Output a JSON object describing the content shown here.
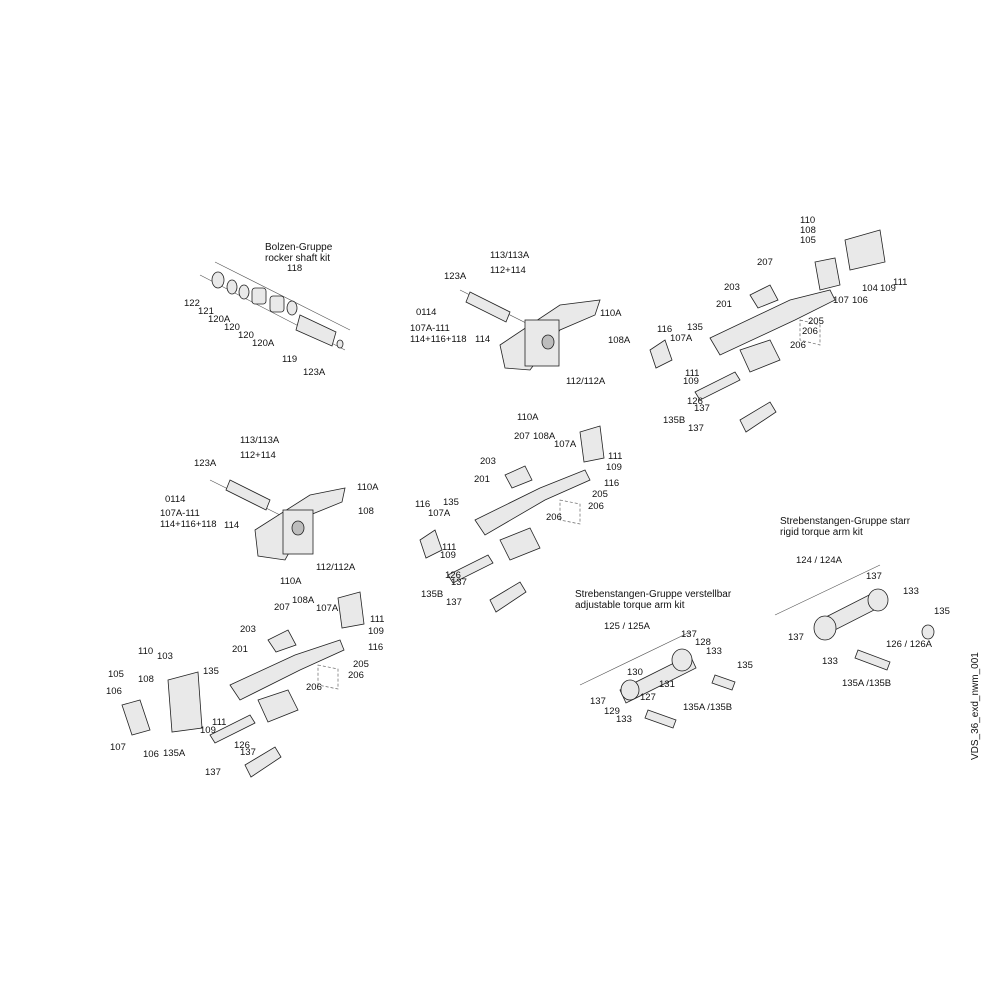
{
  "groups": {
    "rocker_shaft": {
      "title_de": "Bolzen-Gruppe",
      "title_en": "rocker shaft kit"
    },
    "adjustable_arm": {
      "title_de": "Strebenstangen-Gruppe verstellbar",
      "title_en": "adjustable torque arm kit"
    },
    "rigid_arm": {
      "title_de": "Strebenstangen-Gruppe starr",
      "title_en": "rigid torque arm kit"
    }
  },
  "labels": {
    "l118": "118",
    "l122": "122",
    "l121": "121",
    "l120A_1": "120A",
    "l120_1": "120",
    "l120_2": "120",
    "l120A_2": "120A",
    "l119": "119",
    "l123A_1": "123A",
    "l113_1": "113/113A",
    "l112_1": "112+114",
    "l123A_2": "123A",
    "l0114_1": "0114",
    "l107A111_1": "107A-111",
    "l114118_1": "114+116+118",
    "l114_1": "114",
    "l112A_1": "112/112A",
    "l110A_1": "110A",
    "l108A_1": "108A",
    "l116_1": "116",
    "l135_1": "135",
    "l107A_1": "107A",
    "l111_1": "111",
    "l109_1": "109",
    "l126_1": "126",
    "l137_1": "137",
    "l135B_1": "135B",
    "l137_2": "137",
    "l207_1": "207",
    "l203_1": "203",
    "l201_1": "201",
    "l205_1": "205",
    "l206_1": "206",
    "l206_2": "206",
    "l110_1": "110",
    "l108_1": "108",
    "l105_1": "105",
    "l107_1": "107",
    "l106_1": "106",
    "l104_1": "104",
    "l109_2": "109",
    "l111_2": "111",
    "l113_2": "113/113A",
    "l112_2": "112+114",
    "l123A_3": "123A",
    "l0114_2": "0114",
    "l107A111_2": "107A-111",
    "l114118_2": "114+116+118",
    "l114_2": "114",
    "l112A_2": "112/112A",
    "l110A_2": "110A",
    "l207_2": "207",
    "l108A_2": "108A",
    "l107A_2": "107A",
    "l111_3": "111",
    "l109_3": "109",
    "l116_2": "116",
    "l203_2": "203",
    "l201_2": "201",
    "l205_2": "205",
    "l206_3": "206",
    "l206_4": "206",
    "l110A_3": "110A",
    "l108_2": "108",
    "l116_3": "116",
    "l135_2": "135",
    "l107A_3": "107A",
    "l111_4": "111",
    "l109_4": "109",
    "l126_2": "126",
    "l137_3": "137",
    "l135B_2": "135B",
    "l137_4": "137",
    "l110A_4": "110A",
    "l108A_3": "108A",
    "l107A_4": "107A",
    "l207_3": "207",
    "l111_5": "111",
    "l109_5": "109",
    "l116_4": "116",
    "l203_3": "203",
    "l201_3": "201",
    "l205_3": "205",
    "l206_5": "206",
    "l206_6": "206",
    "l110_2": "110",
    "l103_1": "103",
    "l108_3": "108",
    "l105_2": "105",
    "l106_2": "106",
    "l107_2": "107",
    "l106_3": "106",
    "l135A_1": "135A",
    "l135_3": "135",
    "l111_6": "111",
    "l109_6": "109",
    "l126_3": "126",
    "l137_5": "137",
    "l137_6": "137",
    "l125": "125 / 125A",
    "l137_7": "137",
    "l128": "128",
    "l133_1": "133",
    "l135_4": "135",
    "l130": "130",
    "l131": "131",
    "l127": "127",
    "l137_8": "137",
    "l129": "129",
    "l133_2": "133",
    "l135AB_1": "135A /135B",
    "l124": "124 / 124A",
    "l137_9": "137",
    "l133_3": "133",
    "l135_5": "135",
    "l137_10": "137",
    "l126A": "126 / 126A",
    "l133_4": "133",
    "l135AB_2": "135A /135B"
  },
  "watermark": "VDS_36_exd_nwm_001"
}
